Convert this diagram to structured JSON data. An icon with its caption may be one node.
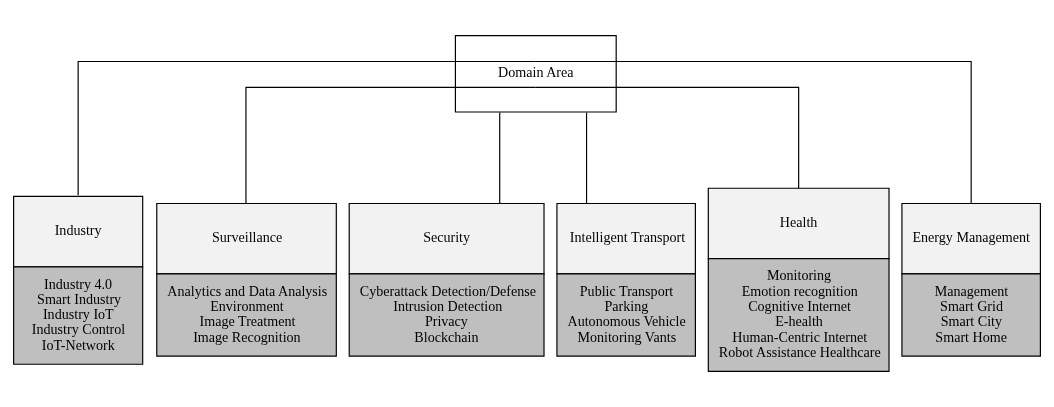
{
  "diagram": {
    "nodes": [
      {
        "text": [
          "Domain Area"
        ]
      },
      {
        "text": [
          "Industry",
          "Industry 4.0",
          "Smart Industry",
          "Industry IoT",
          "Industry Control",
          "IoT-Network"
        ]
      },
      {
        "text": [
          "Surveillance",
          "Analytics and Data Analysis",
          "Environment",
          "Image Treatment",
          "Image Recognition"
        ]
      },
      {
        "text": [
          "Security",
          "Cyberattack Detection/Defense",
          "Intrusion Detection",
          "Privacy",
          "Blockchain"
        ]
      },
      {
        "text": [
          "Intelligent Transport",
          "Public Transport",
          "Parking",
          "Autonomous Vehicle",
          "Monitoring Vants"
        ]
      },
      {
        "text": [
          "Health",
          "Monitoring",
          "Emotion recognition",
          "Cognitive Internet",
          "E-health",
          "Human-Centric Internet",
          "Robot Assistance Healthcare"
        ]
      },
      {
        "text": [
          "Energy Management",
          "Management",
          "Smart Grid",
          "Smart City",
          "Smart Home"
        ]
      }
    ],
    "edges": [
      {
        "from": 0,
        "to": 1,
        "arrow": "none"
      },
      {
        "from": 0,
        "to": 2,
        "arrow": "none"
      },
      {
        "from": 0,
        "to": 3,
        "arrow": "none"
      },
      {
        "from": 0,
        "to": 4,
        "arrow": "none"
      },
      {
        "from": 0,
        "to": 5,
        "arrow": "none"
      },
      {
        "from": 0,
        "to": 6,
        "arrow": "none"
      }
    ]
  }
}
